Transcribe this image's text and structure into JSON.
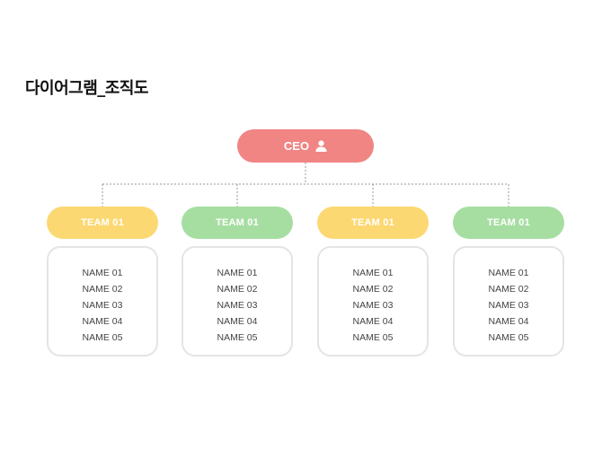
{
  "title": "다이어그램_조직도",
  "ceo": {
    "label": "CEO",
    "icon": "user-icon",
    "color": "#f08584"
  },
  "teams": [
    {
      "label": "TEAM 01",
      "color": "#fcd872",
      "members": [
        "NAME 01",
        "NAME 02",
        "NAME 03",
        "NAME 04",
        "NAME 05"
      ]
    },
    {
      "label": "TEAM 01",
      "color": "#a6dea2",
      "members": [
        "NAME 01",
        "NAME 02",
        "NAME 03",
        "NAME 04",
        "NAME 05"
      ]
    },
    {
      "label": "TEAM 01",
      "color": "#fcd872",
      "members": [
        "NAME 01",
        "NAME 02",
        "NAME 03",
        "NAME 04",
        "NAME 05"
      ]
    },
    {
      "label": "TEAM 01",
      "color": "#a6dea2",
      "members": [
        "NAME 01",
        "NAME 02",
        "NAME 03",
        "NAME 04",
        "NAME 05"
      ]
    }
  ],
  "connector_color": "#9a9a9a"
}
